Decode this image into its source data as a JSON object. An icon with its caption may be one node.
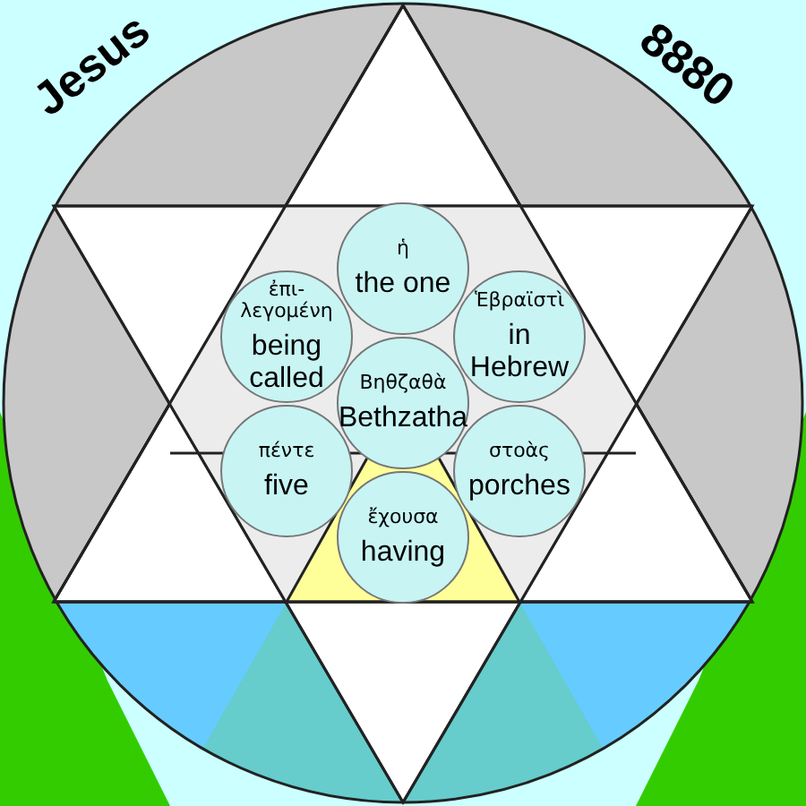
{
  "diagram": {
    "nodes": [
      {
        "text": [
          "ἡ",
          "the one"
        ]
      },
      {
        "text": [
          "ἐπι-λεγομένη",
          "being called"
        ]
      },
      {
        "text": [
          "Ἑβραϊστὶ",
          "in Hebrew"
        ]
      },
      {
        "text": [
          "Βηθζαθὰ",
          "Bethzatha"
        ]
      },
      {
        "text": [
          "πέντε",
          "five"
        ]
      },
      {
        "text": [
          "στοὰς",
          "porches"
        ]
      },
      {
        "text": [
          "ἔχουσα",
          "having"
        ]
      }
    ],
    "labels": [
      "Jesus",
      "8880"
    ]
  }
}
